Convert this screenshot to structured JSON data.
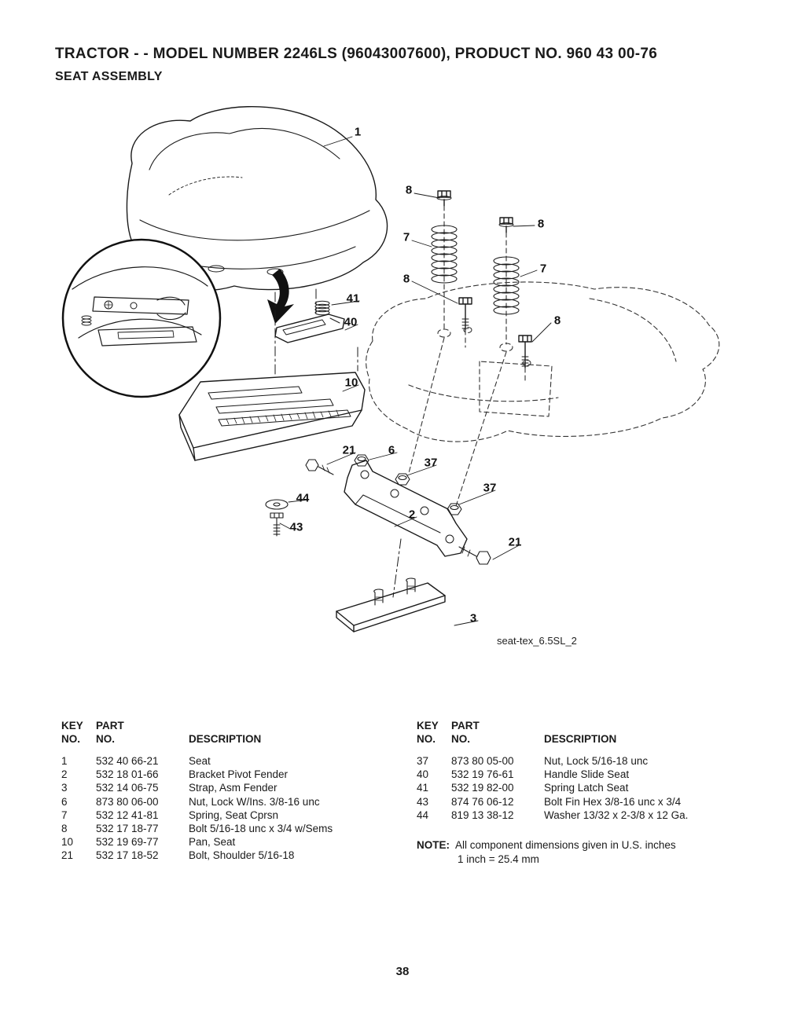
{
  "header": {
    "title": "TRACTOR - - MODEL NUMBER 2246LS (96043007600), PRODUCT NO. 960 43 00-76",
    "subtitle": "SEAT ASSEMBLY"
  },
  "diagram": {
    "caption": "seat-tex_6.5SL_2",
    "callouts": [
      "1",
      "8",
      "7",
      "8",
      "8",
      "7",
      "41",
      "40",
      "8",
      "10",
      "21",
      "6",
      "37",
      "37",
      "44",
      "2",
      "43",
      "21",
      "3"
    ]
  },
  "table": {
    "h_key_1": "KEY",
    "h_key_2": "NO.",
    "h_part_1": "PART",
    "h_part_2": "NO.",
    "h_desc": "DESCRIPTION"
  },
  "parts_left": [
    {
      "key": "1",
      "part": "532 40 66-21",
      "desc": "Seat"
    },
    {
      "key": "2",
      "part": "532 18 01-66",
      "desc": "Bracket Pivot Fender"
    },
    {
      "key": "3",
      "part": "532 14 06-75",
      "desc": "Strap, Asm Fender"
    },
    {
      "key": "6",
      "part": "873 80 06-00",
      "desc": "Nut, Lock W/Ins. 3/8-16 unc"
    },
    {
      "key": "7",
      "part": "532 12 41-81",
      "desc": "Spring, Seat Cprsn"
    },
    {
      "key": "8",
      "part": "532 17 18-77",
      "desc": "Bolt 5/16-18 unc x 3/4 w/Sems"
    },
    {
      "key": "10",
      "part": "532 19 69-77",
      "desc": "Pan, Seat"
    },
    {
      "key": "21",
      "part": "532 17 18-52",
      "desc": "Bolt, Shoulder 5/16-18"
    }
  ],
  "parts_right": [
    {
      "key": "37",
      "part": "873 80 05-00",
      "desc": "Nut, Lock 5/16-18 unc"
    },
    {
      "key": "40",
      "part": "532 19 76-61",
      "desc": "Handle Slide Seat"
    },
    {
      "key": "41",
      "part": "532 19 82-00",
      "desc": "Spring Latch Seat"
    },
    {
      "key": "43",
      "part": "874 76 06-12",
      "desc": "Bolt Fin Hex 3/8-16 unc x 3/4"
    },
    {
      "key": "44",
      "part": "819 13 38-12",
      "desc": "Washer 13/32 x 2-3/8 x 12 Ga."
    }
  ],
  "note": {
    "label": "NOTE:",
    "line1": "All component dimensions given in U.S. inches",
    "line2": "1 inch = 25.4 mm"
  },
  "footer": {
    "page_number": "38"
  }
}
